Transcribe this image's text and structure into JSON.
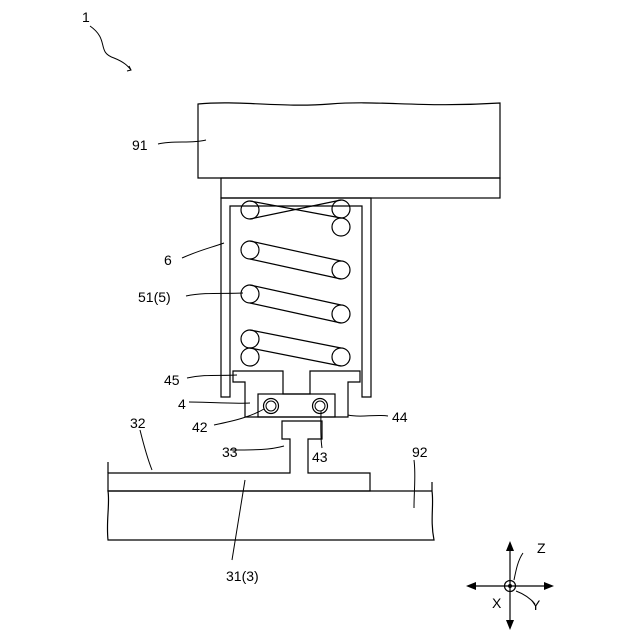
{
  "labels": {
    "fig": "1",
    "l91": "91",
    "l6": "6",
    "l51": "51(5)",
    "l45": "45",
    "l4": "4",
    "l42": "42",
    "l43": "43",
    "l44": "44",
    "l32": "32",
    "l33": "33",
    "l92": "92",
    "l31": "31(3)"
  },
  "axes": {
    "z": "Z",
    "x": "X",
    "y": "Y"
  }
}
